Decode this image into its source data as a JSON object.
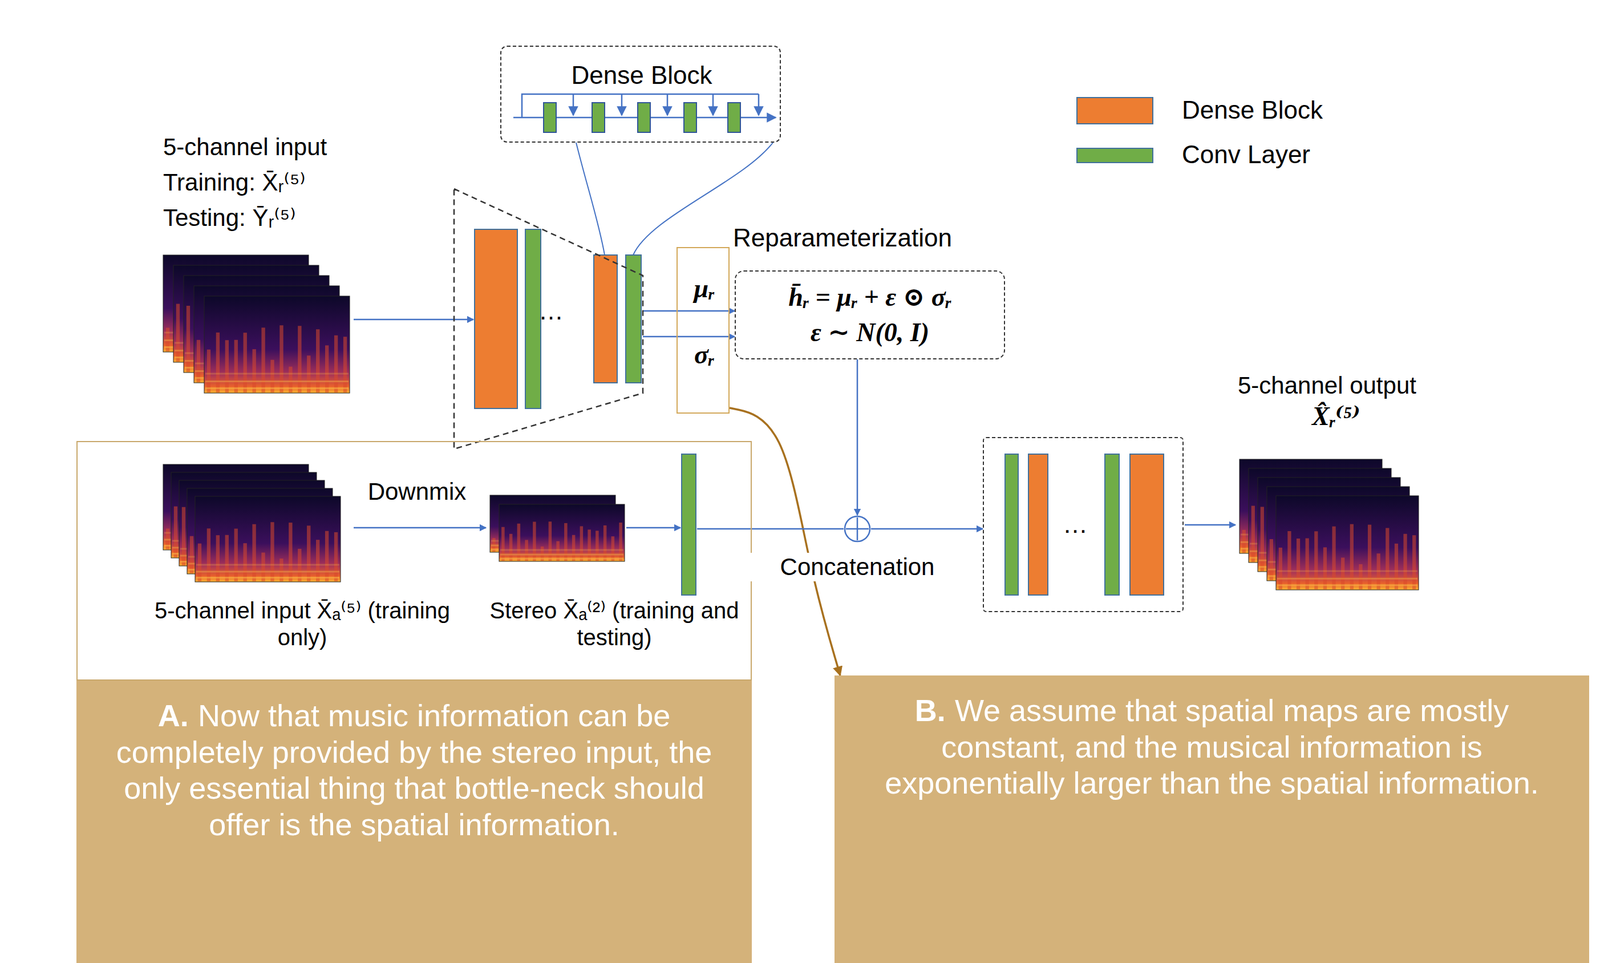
{
  "diagram": {
    "nodes": [
      {
        "text": [
          "Dense Block"
        ]
      },
      {
        "text": [
          "…"
        ]
      },
      {
        "text": [
          "μᵣ",
          "σᵣ"
        ]
      },
      {
        "text": [
          "h̄ᵣ = μᵣ + ε ⊙ σᵣ",
          "ε ∼ N(0, I)"
        ]
      },
      {
        "text": [
          "Downmix",
          "5-channel input X̄ₐ⁽⁵⁾ (training only)",
          "Stereo X̄ₐ⁽²⁾ (training and testing)"
        ]
      },
      {
        "text": [
          "Concatenation"
        ]
      },
      {
        "text": [
          "…"
        ]
      },
      {
        "text": [
          "A.",
          "Now that music information can be completely provided by the stereo input, the only essential thing that bottle-neck should offer is the spatial information."
        ]
      },
      {
        "text": [
          "B.",
          "We assume that spatial maps are mostly constant, and the musical information is exponentially larger than the spatial information."
        ]
      }
    ],
    "edges": [
      {
        "from": 1,
        "to": 3,
        "arrow": "to"
      },
      {
        "from": 1,
        "to": 3,
        "arrow": "to"
      },
      {
        "from": 2,
        "to": 8,
        "arrow": "to"
      },
      {
        "from": 3,
        "to": 5,
        "arrow": "to"
      },
      {
        "from": 4,
        "to": 5,
        "arrow": "none"
      },
      {
        "from": 5,
        "to": 6,
        "arrow": "to"
      }
    ],
    "labels": [
      "5-channel input",
      "Training: X̄ᵣ⁽⁵⁾",
      "Testing: Ȳᵣ⁽⁵⁾",
      "Reparameterization",
      "5-channel output",
      "X̂ᵣ⁽⁵⁾"
    ],
    "legend": [
      {
        "text": "Dense Block",
        "color": "#ed7d31"
      },
      {
        "text": "Conv Layer",
        "color": "#70ad47"
      }
    ]
  }
}
